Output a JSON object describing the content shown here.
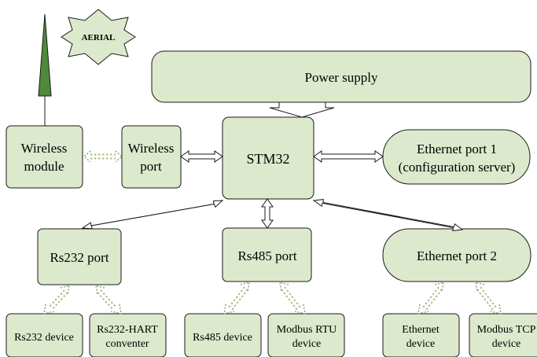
{
  "colors": {
    "box_fill": "#dde9cc",
    "outline": "#1a1a1a",
    "aerial_fill": "#4e8a3a"
  },
  "badge": {
    "label": "AERIAL"
  },
  "nodes": {
    "power_supply": "Power supply",
    "stm32": "STM32",
    "wireless_module": [
      "Wireless",
      "module"
    ],
    "wireless_port": [
      "Wireless",
      "port"
    ],
    "ethernet_port_1": [
      "Ethernet port 1",
      "(configuration server)"
    ],
    "rs232_port": "Rs232 port",
    "rs485_port": "Rs485 port",
    "ethernet_port_2": "Ethernet port 2",
    "rs232_device": "Rs232 device",
    "rs232_hart": [
      "Rs232-HART",
      "conventer"
    ],
    "rs485_device": "Rs485 device",
    "modbus_rtu": [
      "Modbus RTU",
      "device"
    ],
    "ethernet_device": [
      "Ethernet",
      "device"
    ],
    "modbus_tcp": [
      "Modbus TCP",
      "device"
    ]
  }
}
